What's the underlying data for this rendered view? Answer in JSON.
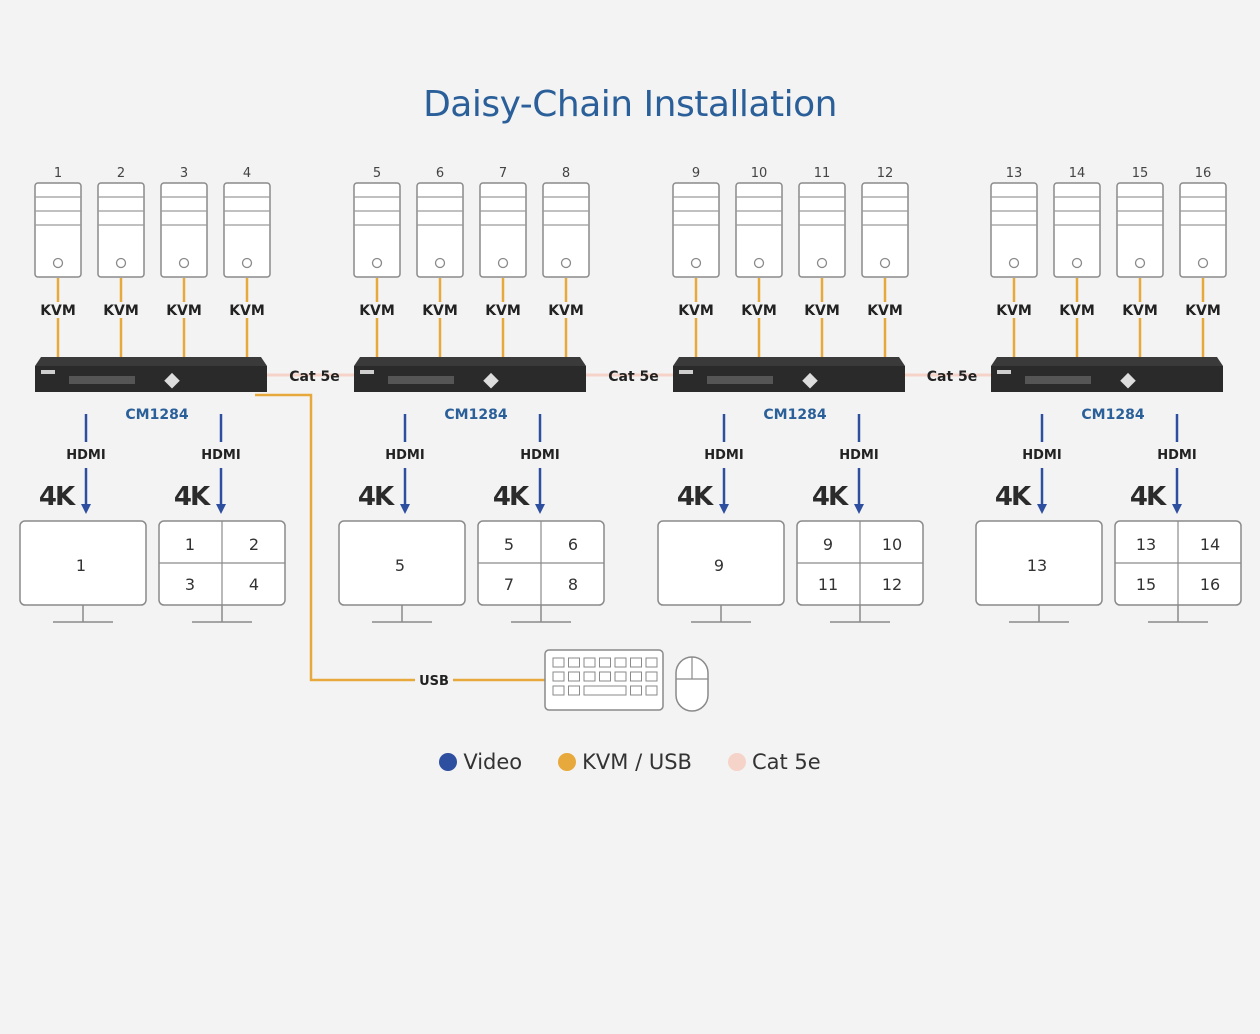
{
  "title": "Daisy-Chain Installation",
  "colors": {
    "video": "#2e4fa0",
    "kvm_usb": "#e8a93c",
    "cat5e": "#f6d3c8",
    "title": "#2a5f99"
  },
  "labels": {
    "kvm": "KVM",
    "hdmi": "HDMI",
    "four_k": "4K",
    "cat5e": "Cat 5e",
    "usb": "USB"
  },
  "units": [
    {
      "model": "CM1284",
      "computers": [
        "1",
        "2",
        "3",
        "4"
      ],
      "single_monitor": "1",
      "quad_monitor": [
        "1",
        "2",
        "3",
        "4"
      ]
    },
    {
      "model": "CM1284",
      "computers": [
        "5",
        "6",
        "7",
        "8"
      ],
      "single_monitor": "5",
      "quad_monitor": [
        "5",
        "6",
        "7",
        "8"
      ]
    },
    {
      "model": "CM1284",
      "computers": [
        "9",
        "10",
        "11",
        "12"
      ],
      "single_monitor": "9",
      "quad_monitor": [
        "9",
        "10",
        "11",
        "12"
      ]
    },
    {
      "model": "CM1284",
      "computers": [
        "13",
        "14",
        "15",
        "16"
      ],
      "single_monitor": "13",
      "quad_monitor": [
        "13",
        "14",
        "15",
        "16"
      ]
    }
  ],
  "peripherals": {
    "keyboard": "keyboard-icon",
    "mouse": "mouse-icon"
  },
  "legend": [
    {
      "label": "Video",
      "color": "#2e4fa0"
    },
    {
      "label": "KVM / USB",
      "color": "#e8a93c"
    },
    {
      "label": "Cat 5e",
      "color": "#f6d3c8"
    }
  ]
}
